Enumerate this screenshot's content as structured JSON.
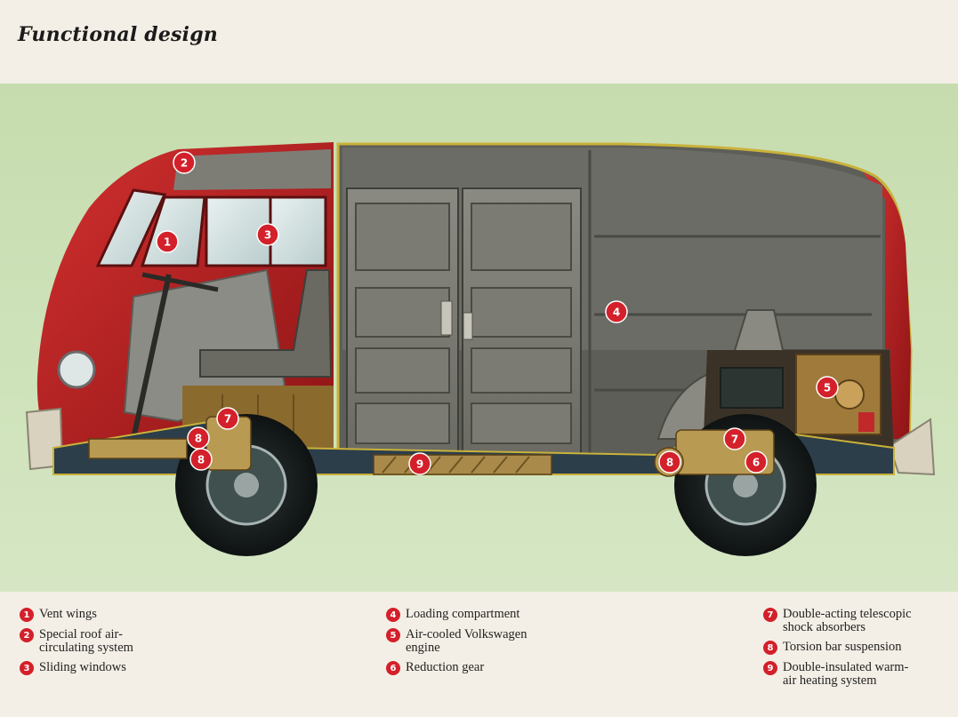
{
  "title": "Functional design",
  "callouts": [
    "1",
    "2",
    "3",
    "4",
    "5",
    "6",
    "7",
    "7",
    "8",
    "8",
    "8",
    "9"
  ],
  "legend": {
    "col1": [
      {
        "num": "1",
        "text": "Vent wings"
      },
      {
        "num": "2",
        "text": "Special roof air-\ncirculating system"
      },
      {
        "num": "3",
        "text": "Sliding windows"
      }
    ],
    "col2": [
      {
        "num": "4",
        "text": "Loading compartment"
      },
      {
        "num": "5",
        "text": "Air-cooled Volkswagen\nengine"
      },
      {
        "num": "6",
        "text": "Reduction gear"
      }
    ],
    "col3": [
      {
        "num": "7",
        "text": "Double-acting telescopic\nshock absorbers"
      },
      {
        "num": "8",
        "text": "Torsion bar suspension"
      },
      {
        "num": "9",
        "text": "Double-insulated warm-\nair heating system"
      }
    ]
  },
  "colors": {
    "body_red": "#b31b1f",
    "interior_gray": "#7a7a72",
    "callout_red": "#d3202a",
    "background_green": "#cbe0b4"
  }
}
